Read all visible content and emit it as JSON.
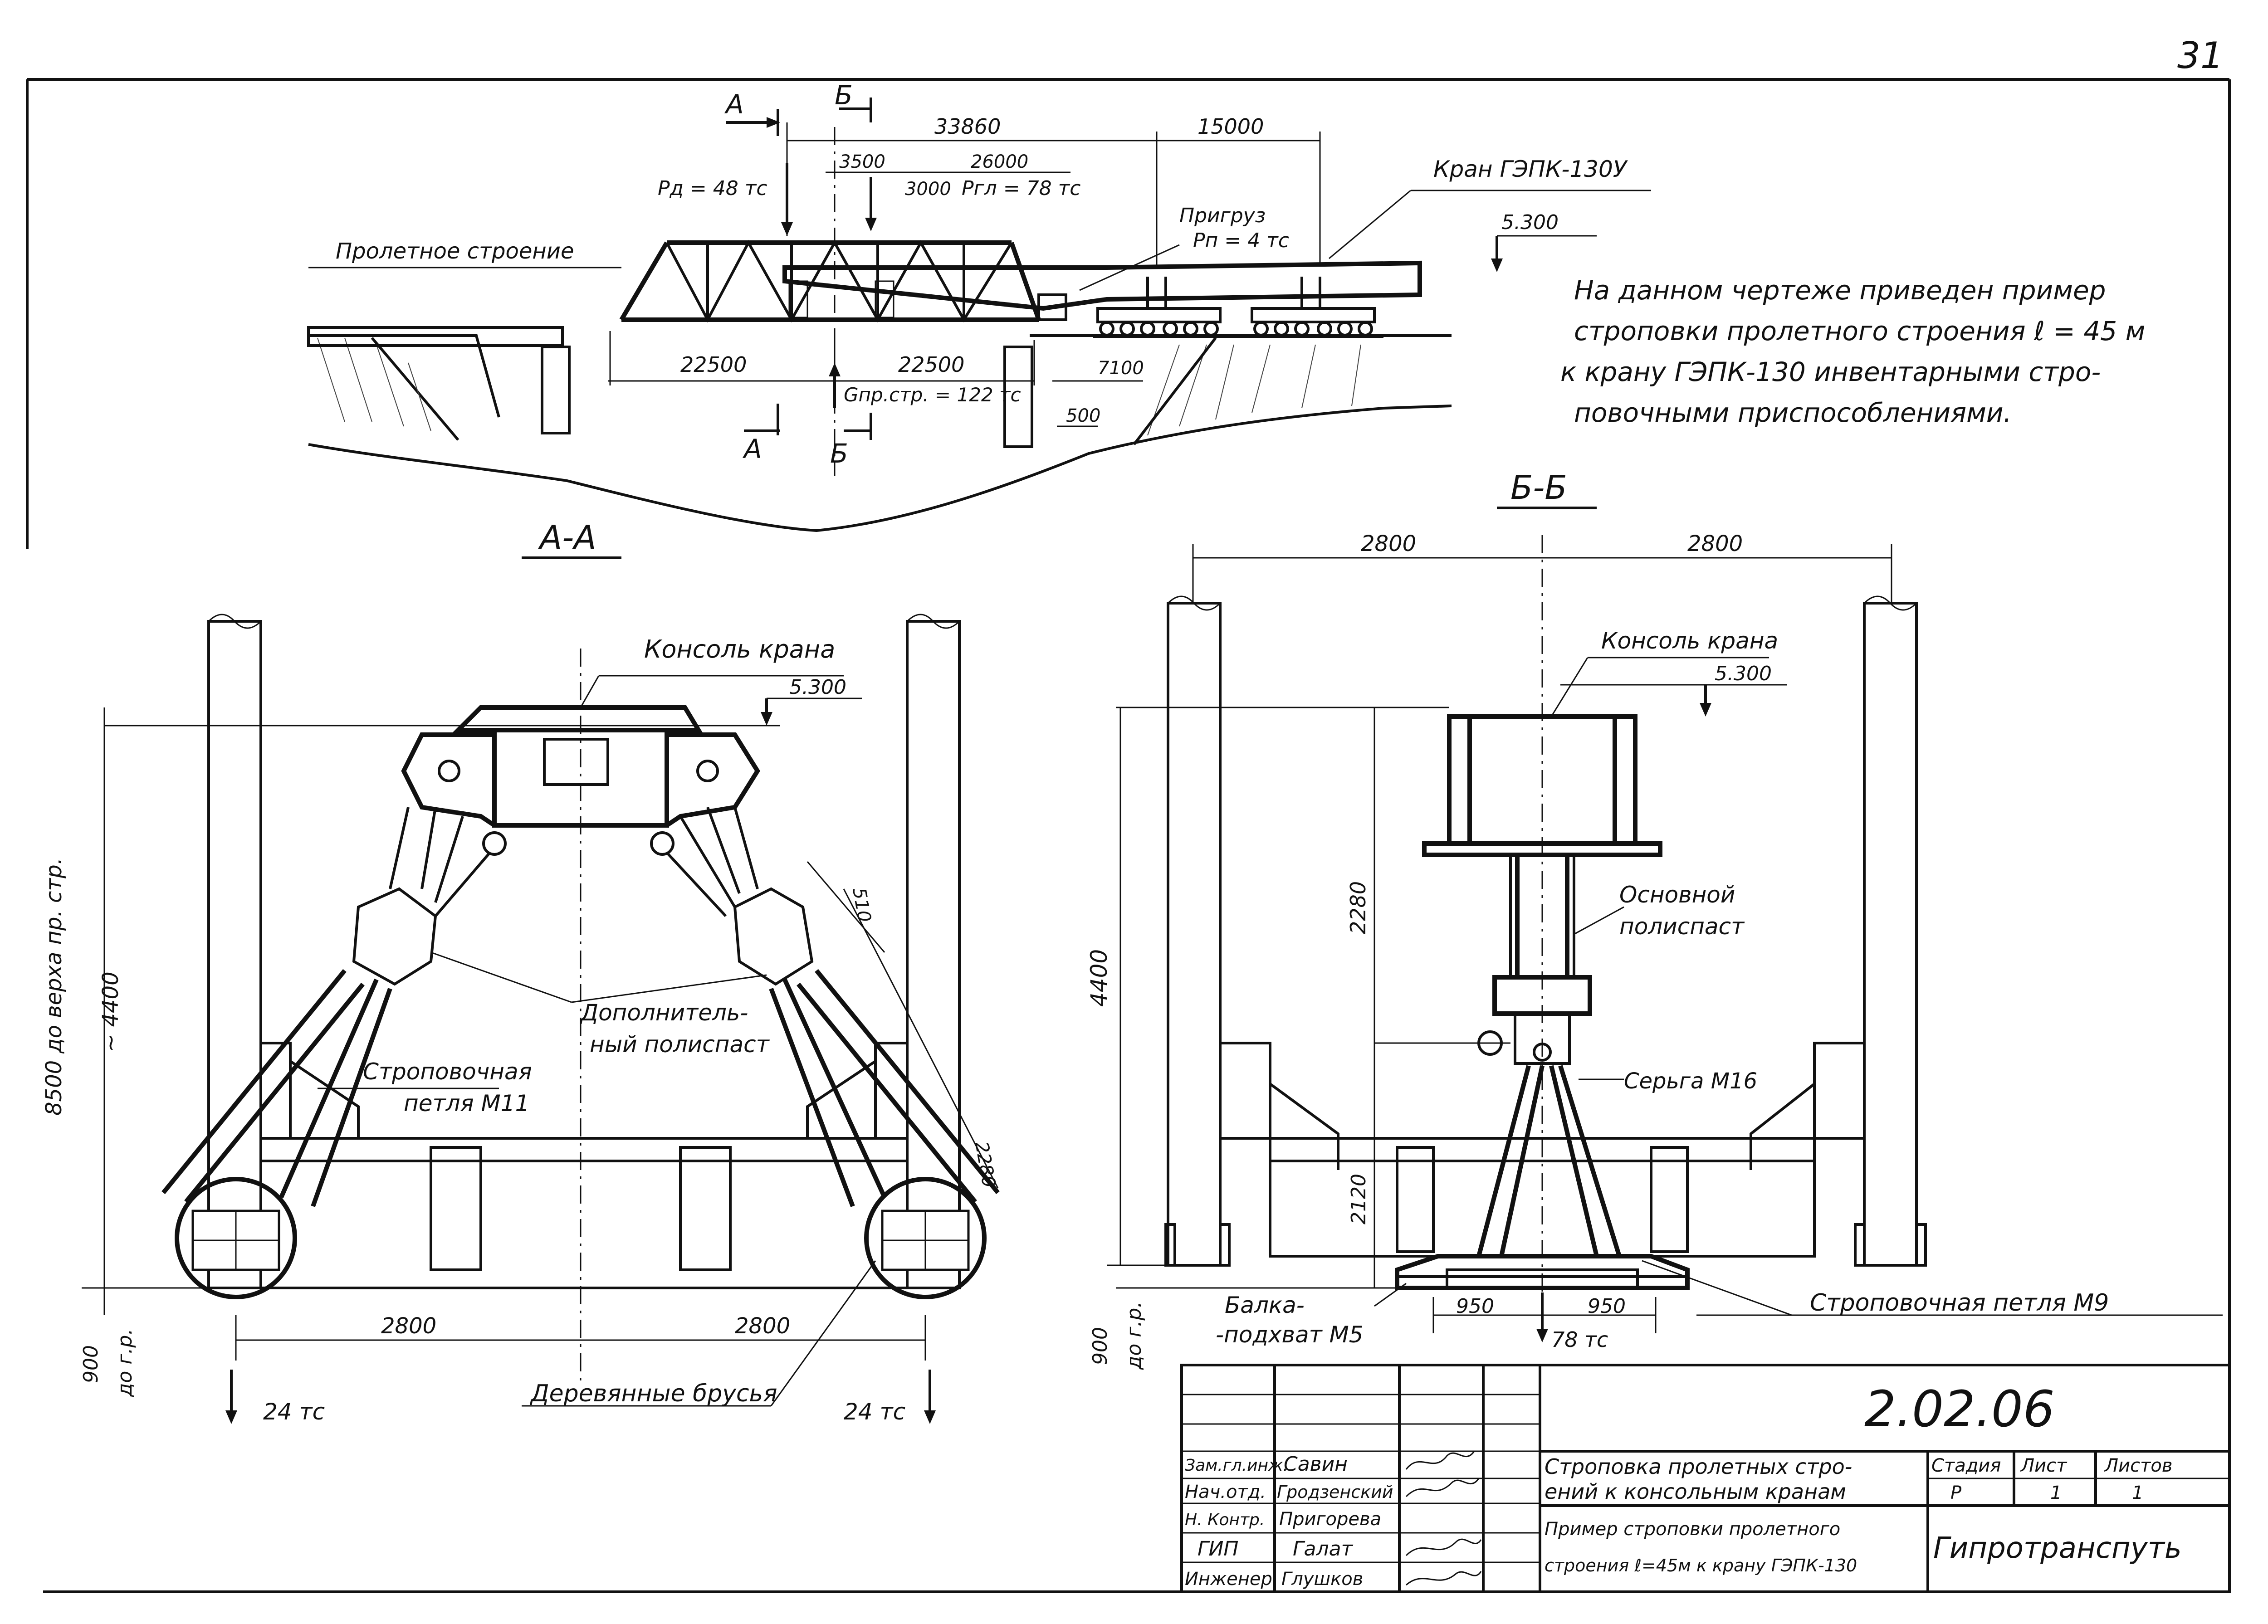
{
  "sheet_number": "31",
  "note": {
    "line1": "На данном чертеже приведен пример",
    "line2": "строповки пролетного строения  ℓ = 45 м",
    "line3": "к крану   ГЭПК-130 инвентарными стро-",
    "line4": "повочными приспособлениями."
  },
  "elevation": {
    "section_a": "А",
    "section_b": "Б",
    "dim_33860": "33860",
    "dim_15000": "15000",
    "dim_3500": "3500",
    "dim_26000": "26000",
    "dim_3000": "3000",
    "load_pd": "Pд = 48 тс",
    "load_pgl": "Pгл = 78 тс",
    "crane_label": "Кран ГЭПК-130У",
    "counterweight_label": "Пригруз",
    "counterweight_value": "Pп = 4 тс",
    "level": "5.300",
    "span_label": "Пролетное строение",
    "dim_22500_left": "22500",
    "dim_22500_right": "22500",
    "dim_7100": "7100",
    "dim_500": "500",
    "weight": "Gпр.стр. = 122 тс"
  },
  "section_aa": {
    "title": "А-А",
    "console_label": "Консоль крана",
    "level": "5.300",
    "dim_vertical_total": "8500 до верха пр. стр.",
    "dim_4400": "~ 4400",
    "dim_900": "900",
    "dim_ground": "до г.р.",
    "dim_510": "510",
    "dim_2280": "2280",
    "extra_pulley": "Дополнитель-",
    "extra_pulley_2": "ный полиспаст",
    "sling_label": "Строповочная",
    "sling_label_2": "петля М11",
    "dim_2800_left": "2800",
    "dim_2800_right": "2800",
    "load_left": "24 тс",
    "load_right": "24 тс",
    "timber_label": "Деревянные брусья"
  },
  "section_bb": {
    "title": "Б-Б",
    "dim_2800_left": "2800",
    "dim_2800_right": "2800",
    "console_label": "Консоль крана",
    "level": "5.300",
    "dim_2280": "2280",
    "dim_4400": "4400",
    "main_pulley": "Основной",
    "main_pulley_2": "полиспаст",
    "shackle_label": "Серьга М16",
    "dim_2120": "2120",
    "dim_900": "900",
    "dim_ground": "до г.р.",
    "beam_label": "Балка-",
    "beam_label_2": "-подхват М5",
    "dim_950_left": "950",
    "dim_950_right": "950",
    "load": "78 тс",
    "sling_label": "Строповочная петля М9"
  },
  "title_block": {
    "drawing_code": "2.02.06",
    "roles": [
      "Зам.гл.инж.",
      "Нач.отд.",
      "Н. Контр.",
      "ГИП",
      "Инженер"
    ],
    "names": [
      "Савин",
      "Гродзенский",
      "Пригорева",
      "Галат",
      "Глушков"
    ],
    "title_line1": "Строповка пролетных стро-",
    "title_line2": "ений к консольным   кранам",
    "sub_line1": "Пример строповки пролетного",
    "sub_line2": "строения ℓ=45м к крану ГЭПК-130",
    "stage_header": "Стадия",
    "sheet_header": "Лист",
    "sheets_header": "Листов",
    "stage_value": "Р",
    "sheet_value": "1",
    "sheets_value": "1",
    "organization": "Гипротранспуть"
  }
}
